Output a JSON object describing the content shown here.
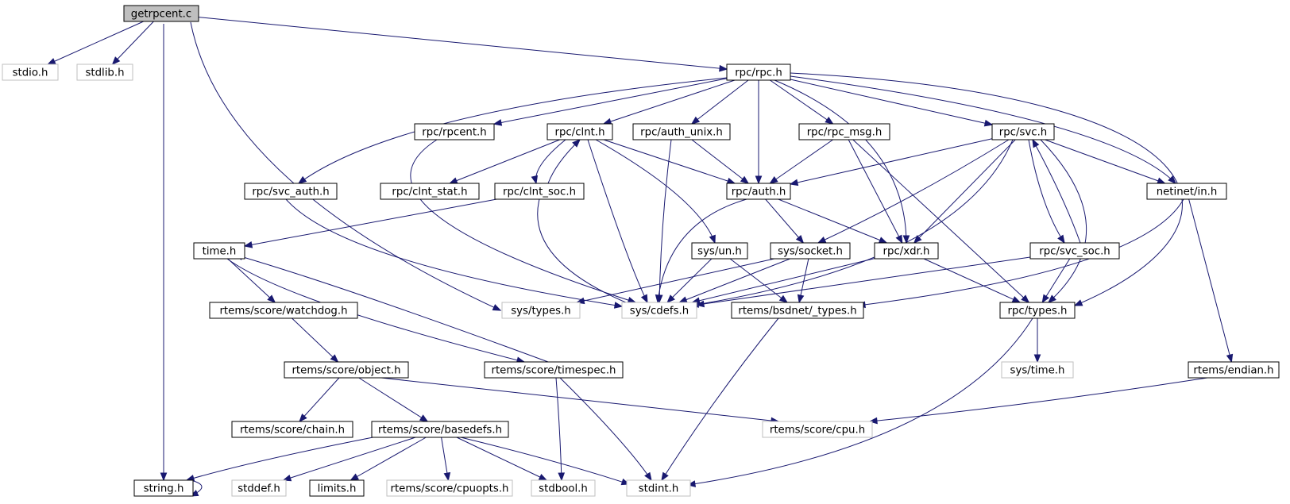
{
  "graph": {
    "root": "getrpcent.c",
    "colors": {
      "edge": "#191970",
      "node_border": "#000000",
      "external_border": "#bfbfbf",
      "root_fill": "#bfbfbf",
      "node_fill": "#ffffff",
      "external_text": "#000000"
    },
    "nodes": [
      {
        "id": "getrpcent_c",
        "label": "getrpcent.c",
        "style": "root"
      },
      {
        "id": "stdio_h",
        "label": "stdio.h",
        "style": "external"
      },
      {
        "id": "stdlib_h",
        "label": "stdlib.h",
        "style": "external"
      },
      {
        "id": "rpc_rpc_h",
        "label": "rpc/rpc.h",
        "style": "normal"
      },
      {
        "id": "rpc_rpcent_h",
        "label": "rpc/rpcent.h",
        "style": "normal"
      },
      {
        "id": "rpc_clnt_h",
        "label": "rpc/clnt.h",
        "style": "normal"
      },
      {
        "id": "rpc_auth_unix_h",
        "label": "rpc/auth_unix.h",
        "style": "normal"
      },
      {
        "id": "rpc_rpc_msg_h",
        "label": "rpc/rpc_msg.h",
        "style": "normal"
      },
      {
        "id": "rpc_svc_h",
        "label": "rpc/svc.h",
        "style": "normal"
      },
      {
        "id": "rpc_svc_auth_h",
        "label": "rpc/svc_auth.h",
        "style": "normal"
      },
      {
        "id": "rpc_clnt_stat_h",
        "label": "rpc/clnt_stat.h",
        "style": "normal"
      },
      {
        "id": "rpc_clnt_soc_h",
        "label": "rpc/clnt_soc.h",
        "style": "normal"
      },
      {
        "id": "rpc_auth_h",
        "label": "rpc/auth.h",
        "style": "normal"
      },
      {
        "id": "netinet_in_h",
        "label": "netinet/in.h",
        "style": "normal"
      },
      {
        "id": "time_h",
        "label": "time.h",
        "style": "normal"
      },
      {
        "id": "sys_un_h",
        "label": "sys/un.h",
        "style": "normal"
      },
      {
        "id": "sys_socket_h",
        "label": "sys/socket.h",
        "style": "normal"
      },
      {
        "id": "rpc_xdr_h",
        "label": "rpc/xdr.h",
        "style": "normal"
      },
      {
        "id": "rpc_svc_soc_h",
        "label": "rpc/svc_soc.h",
        "style": "normal"
      },
      {
        "id": "rtems_score_watchdog_h",
        "label": "rtems/score/watchdog.h",
        "style": "normal"
      },
      {
        "id": "sys_types_h",
        "label": "sys/types.h",
        "style": "external"
      },
      {
        "id": "sys_cdefs_h",
        "label": "sys/cdefs.h",
        "style": "external"
      },
      {
        "id": "rtems_bsdnet__types_h",
        "label": "rtems/bsdnet/_types.h",
        "style": "normal"
      },
      {
        "id": "rpc_types_h",
        "label": "rpc/types.h",
        "style": "normal"
      },
      {
        "id": "rtems_score_object_h",
        "label": "rtems/score/object.h",
        "style": "normal"
      },
      {
        "id": "rtems_score_timespec_h",
        "label": "rtems/score/timespec.h",
        "style": "normal"
      },
      {
        "id": "sys_time_h",
        "label": "sys/time.h",
        "style": "external"
      },
      {
        "id": "rtems_endian_h",
        "label": "rtems/endian.h",
        "style": "normal"
      },
      {
        "id": "rtems_score_chain_h",
        "label": "rtems/score/chain.h",
        "style": "normal"
      },
      {
        "id": "rtems_score_basedefs_h",
        "label": "rtems/score/basedefs.h",
        "style": "normal"
      },
      {
        "id": "rtems_score_cpu_h",
        "label": "rtems/score/cpu.h",
        "style": "external"
      },
      {
        "id": "string_h",
        "label": "string.h",
        "style": "normal"
      },
      {
        "id": "stddef_h",
        "label": "stddef.h",
        "style": "external"
      },
      {
        "id": "limits_h",
        "label": "limits.h",
        "style": "normal"
      },
      {
        "id": "rtems_score_cpuopts_h",
        "label": "rtems/score/cpuopts.h",
        "style": "external"
      },
      {
        "id": "stdbool_h",
        "label": "stdbool.h",
        "style": "external"
      },
      {
        "id": "stdint_h",
        "label": "stdint.h",
        "style": "external"
      }
    ],
    "edges": [
      [
        "getrpcent_c",
        "stdio_h"
      ],
      [
        "getrpcent_c",
        "stdlib_h"
      ],
      [
        "getrpcent_c",
        "rpc_rpc_h"
      ],
      [
        "getrpcent_c",
        "sys_types_h"
      ],
      [
        "getrpcent_c",
        "string_h"
      ],
      [
        "rpc_rpc_h",
        "rpc_rpcent_h"
      ],
      [
        "rpc_rpc_h",
        "rpc_clnt_h"
      ],
      [
        "rpc_rpc_h",
        "rpc_auth_unix_h"
      ],
      [
        "rpc_rpc_h",
        "rpc_rpc_msg_h"
      ],
      [
        "rpc_rpc_h",
        "rpc_svc_h"
      ],
      [
        "rpc_rpc_h",
        "rpc_svc_auth_h"
      ],
      [
        "rpc_rpc_h",
        "rpc_auth_h"
      ],
      [
        "rpc_rpc_h",
        "rpc_xdr_h"
      ],
      [
        "rpc_rpc_h",
        "netinet_in_h"
      ],
      [
        "rpc_rpc_h",
        "rpc_types_h"
      ],
      [
        "rpc_rpcent_h",
        "sys_cdefs_h"
      ],
      [
        "rpc_clnt_h",
        "rpc_clnt_stat_h"
      ],
      [
        "rpc_clnt_h",
        "rpc_clnt_soc_h"
      ],
      [
        "rpc_clnt_h",
        "rpc_auth_h"
      ],
      [
        "rpc_clnt_h",
        "sys_un_h"
      ],
      [
        "rpc_clnt_h",
        "sys_cdefs_h"
      ],
      [
        "rpc_clnt_soc_h",
        "rpc_clnt_h"
      ],
      [
        "rpc_clnt_soc_h",
        "time_h"
      ],
      [
        "rpc_clnt_soc_h",
        "sys_cdefs_h"
      ],
      [
        "rpc_auth_unix_h",
        "rpc_auth_h"
      ],
      [
        "rpc_auth_unix_h",
        "sys_cdefs_h"
      ],
      [
        "rpc_rpc_msg_h",
        "rpc_auth_h"
      ],
      [
        "rpc_rpc_msg_h",
        "rpc_xdr_h"
      ],
      [
        "rpc_rpc_msg_h",
        "rpc_types_h"
      ],
      [
        "rpc_svc_h",
        "rpc_auth_h"
      ],
      [
        "rpc_svc_h",
        "netinet_in_h"
      ],
      [
        "rpc_svc_h",
        "sys_socket_h"
      ],
      [
        "rpc_svc_h",
        "rpc_xdr_h"
      ],
      [
        "rpc_svc_h",
        "sys_cdefs_h"
      ],
      [
        "rpc_svc_h",
        "rpc_svc_soc_h"
      ],
      [
        "rpc_svc_h",
        "rpc_types_h"
      ],
      [
        "rpc_svc_soc_h",
        "rpc_svc_h"
      ],
      [
        "rpc_svc_soc_h",
        "sys_cdefs_h"
      ],
      [
        "rpc_svc_soc_h",
        "rpc_types_h"
      ],
      [
        "rpc_svc_auth_h",
        "sys_cdefs_h"
      ],
      [
        "rpc_auth_h",
        "sys_socket_h"
      ],
      [
        "rpc_auth_h",
        "rpc_xdr_h"
      ],
      [
        "rpc_auth_h",
        "sys_cdefs_h"
      ],
      [
        "sys_un_h",
        "sys_cdefs_h"
      ],
      [
        "sys_un_h",
        "rtems_bsdnet__types_h"
      ],
      [
        "sys_socket_h",
        "sys_types_h"
      ],
      [
        "sys_socket_h",
        "sys_cdefs_h"
      ],
      [
        "sys_socket_h",
        "rtems_bsdnet__types_h"
      ],
      [
        "rpc_xdr_h",
        "sys_cdefs_h"
      ],
      [
        "rpc_xdr_h",
        "rpc_types_h"
      ],
      [
        "netinet_in_h",
        "rtems_bsdnet__types_h"
      ],
      [
        "netinet_in_h",
        "rtems_endian_h"
      ],
      [
        "time_h",
        "rtems_score_watchdog_h"
      ],
      [
        "time_h",
        "rtems_score_timespec_h"
      ],
      [
        "rtems_score_timespec_h",
        "time_h"
      ],
      [
        "rtems_score_timespec_h",
        "stdbool_h"
      ],
      [
        "rtems_score_timespec_h",
        "stdint_h"
      ],
      [
        "rtems_score_watchdog_h",
        "rtems_score_object_h"
      ],
      [
        "rtems_score_object_h",
        "rtems_score_chain_h"
      ],
      [
        "rtems_score_object_h",
        "rtems_score_basedefs_h"
      ],
      [
        "rtems_score_object_h",
        "rtems_score_cpu_h"
      ],
      [
        "rtems_score_basedefs_h",
        "string_h"
      ],
      [
        "rtems_score_basedefs_h",
        "stddef_h"
      ],
      [
        "rtems_score_basedefs_h",
        "limits_h"
      ],
      [
        "rtems_score_basedefs_h",
        "rtems_score_cpuopts_h"
      ],
      [
        "rtems_score_basedefs_h",
        "stdbool_h"
      ],
      [
        "rtems_score_basedefs_h",
        "stdint_h"
      ],
      [
        "string_h",
        "string_h"
      ],
      [
        "rtems_bsdnet__types_h",
        "stdint_h"
      ],
      [
        "rpc_types_h",
        "sys_time_h"
      ],
      [
        "rpc_types_h",
        "stdint_h"
      ],
      [
        "rtems_endian_h",
        "rtems_score_cpu_h"
      ]
    ]
  }
}
